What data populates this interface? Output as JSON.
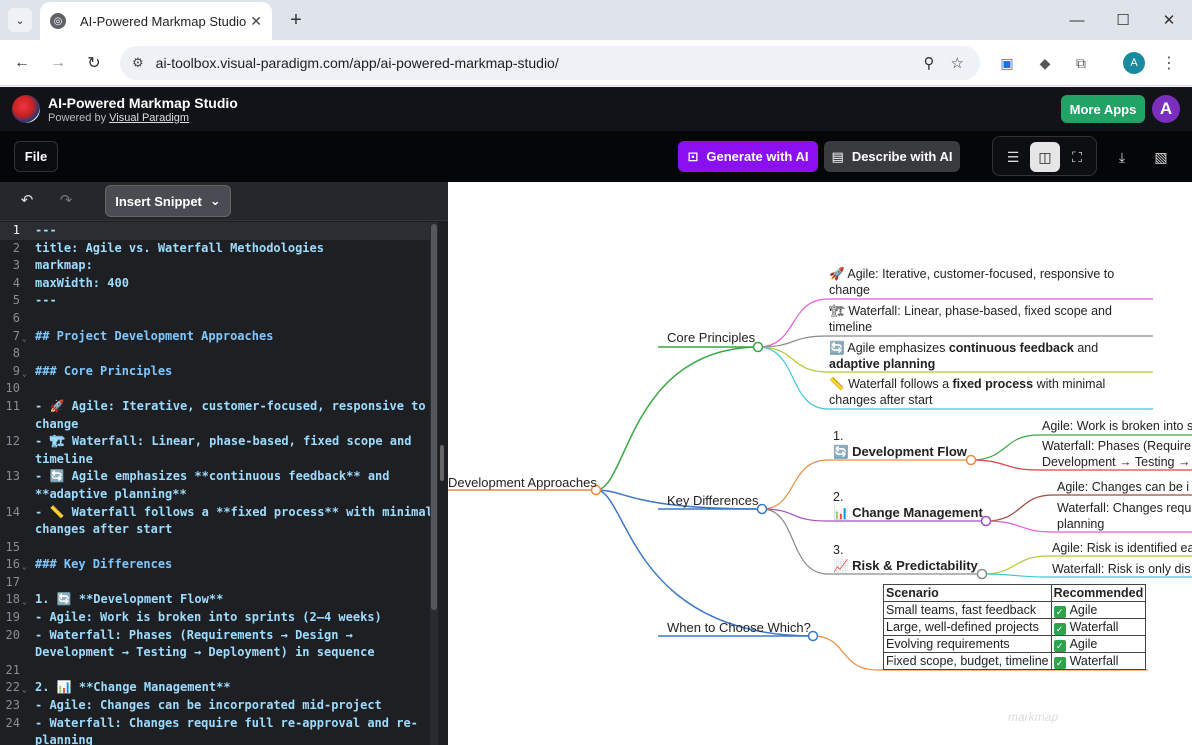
{
  "browser": {
    "tab_title": "AI-Powered Markmap Studio",
    "url": "ai-toolbox.visual-paradigm.com/app/ai-powered-markmap-studio/",
    "profile_initial": "A"
  },
  "app": {
    "name": "AI-Powered Markmap Studio",
    "powered_prefix": "Powered by",
    "powered_link": "Visual Paradigm",
    "more_apps": "More Apps",
    "user_initial": "A"
  },
  "toolbar": {
    "file": "File",
    "generate": "Generate with AI",
    "describe": "Describe with AI"
  },
  "editor": {
    "insert_snippet": "Insert Snippet",
    "lines": [
      {
        "n": "1",
        "t": "---"
      },
      {
        "n": "2",
        "t": "title: Agile vs. Waterfall Methodologies"
      },
      {
        "n": "3",
        "t": "markmap:"
      },
      {
        "n": "4",
        "t": "  maxWidth: 400"
      },
      {
        "n": "5",
        "t": "---"
      },
      {
        "n": "6",
        "t": ""
      },
      {
        "n": "7",
        "t": "## Project Development Approaches"
      },
      {
        "n": "8",
        "t": ""
      },
      {
        "n": "9",
        "t": "### Core Principles"
      },
      {
        "n": "10",
        "t": ""
      },
      {
        "n": "11",
        "t": "- 🚀 Agile: Iterative, customer-focused, responsive to"
      },
      {
        "n": "",
        "t": "change"
      },
      {
        "n": "12",
        "t": "- 🏗 Waterfall: Linear, phase-based, fixed scope and"
      },
      {
        "n": "",
        "t": "timeline"
      },
      {
        "n": "13",
        "t": "- 🔄 Agile emphasizes **continuous feedback** and"
      },
      {
        "n": "",
        "t": "**adaptive planning**"
      },
      {
        "n": "14",
        "t": "- 📏 Waterfall follows a **fixed process** with minimal"
      },
      {
        "n": "",
        "t": "changes after start"
      },
      {
        "n": "15",
        "t": ""
      },
      {
        "n": "16",
        "t": "### Key Differences"
      },
      {
        "n": "17",
        "t": ""
      },
      {
        "n": "18",
        "t": "1. 🔄 **Development Flow**"
      },
      {
        "n": "19",
        "t": "   - Agile: Work is broken into sprints (2–4 weeks)"
      },
      {
        "n": "20",
        "t": "   - Waterfall: Phases (Requirements → Design →"
      },
      {
        "n": "",
        "t": "Development → Testing → Deployment) in sequence"
      },
      {
        "n": "21",
        "t": ""
      },
      {
        "n": "22",
        "t": "2. 📊 **Change Management**"
      },
      {
        "n": "23",
        "t": "   - Agile: Changes can be incorporated mid-project"
      },
      {
        "n": "24",
        "t": "   - Waterfall: Changes require full re-approval and re-"
      },
      {
        "n": "",
        "t": "planning"
      }
    ]
  },
  "markmap": {
    "root": "Development Approaches",
    "core_principles": {
      "label": "Core Principles",
      "items": [
        {
          "emoji": "🚀",
          "line1": "Agile: Iterative, customer-focused, responsive to",
          "line2": "change"
        },
        {
          "emoji": "🏗",
          "line1": "Waterfall: Linear, phase-based, fixed scope and",
          "line2": "timeline"
        },
        {
          "emoji": "🔄",
          "line1_pre": "Agile emphasizes ",
          "line1_bold": "continuous feedback",
          "line1_post": " and",
          "line2_bold": "adaptive planning"
        },
        {
          "emoji": "📏",
          "line1_pre": "Waterfall follows a ",
          "line1_bold": "fixed process",
          "line1_post": " with minimal",
          "line2": "changes after start"
        }
      ]
    },
    "key_differences": {
      "label": "Key Differences",
      "flows": [
        {
          "num": "1.",
          "emoji": "🔄",
          "title": "Development Flow",
          "children": [
            "Agile: Work is broken into s",
            "Waterfall: Phases (Require",
            "Development → Testing →"
          ]
        },
        {
          "num": "2.",
          "emoji": "📊",
          "title": "Change Management",
          "children": [
            "Agile: Changes can be i",
            "Waterfall: Changes requ",
            "planning"
          ]
        },
        {
          "num": "3.",
          "emoji": "📈",
          "title": "Risk & Predictability",
          "children": [
            "Agile: Risk is identified ea",
            "Waterfall: Risk is only dis"
          ]
        }
      ]
    },
    "when_to_choose": {
      "label": "When to Choose Which?",
      "table": {
        "headers": [
          "Scenario",
          "Recommended"
        ],
        "rows": [
          [
            "Small teams, fast feedback",
            "Agile"
          ],
          [
            "Large, well-defined projects",
            "Waterfall"
          ],
          [
            "Evolving requirements",
            "Agile"
          ],
          [
            "Fixed scope, budget, timeline",
            "Waterfall"
          ]
        ]
      }
    },
    "footer": "markmap"
  }
}
